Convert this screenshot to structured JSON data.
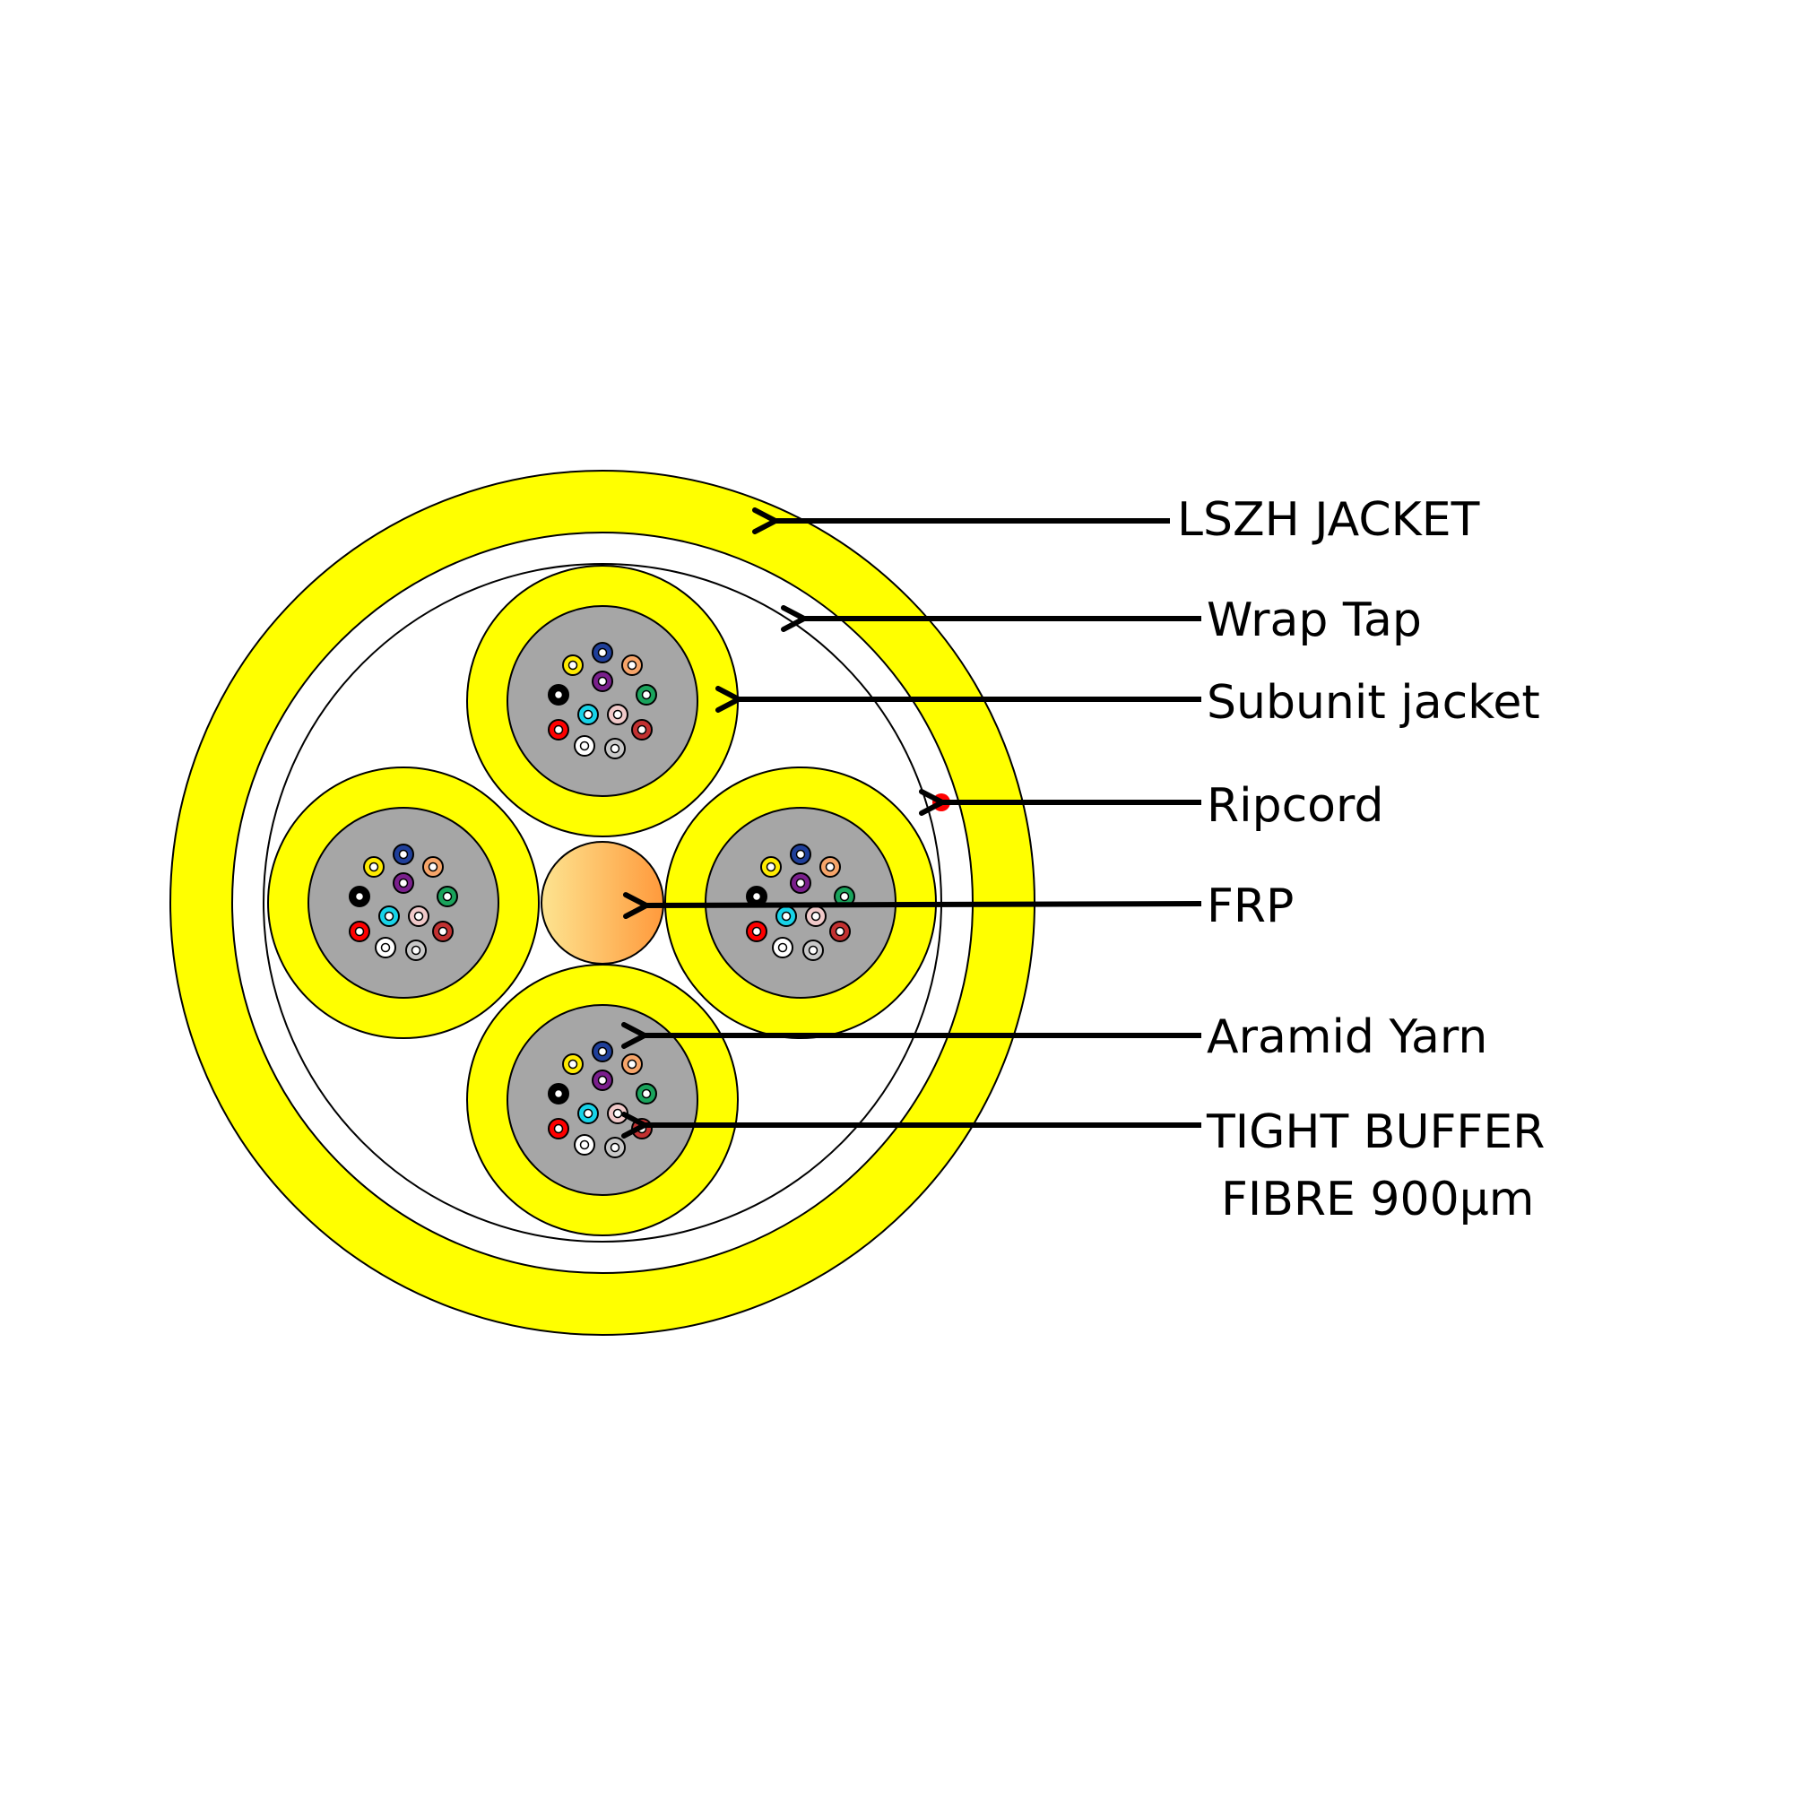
{
  "labels": {
    "lszh_jacket": "LSZH JACKET",
    "wrap_tap": "Wrap Tap",
    "subunit_jacket": "Subunit jacket",
    "ripcord": "Ripcord",
    "frp": "FRP",
    "aramid_yarn": "Aramid Yarn",
    "tight_buffer_line1": "TIGHT BUFFER",
    "tight_buffer_line2": "FIBRE 900μm"
  },
  "colors": {
    "jacket": "#ffff00",
    "aramid": "#ffff00",
    "core": "#a6a6a6",
    "ripcord": "#ff0000",
    "frp_light": "#fde490",
    "frp_dark": "#ff9a3c",
    "outline": "#000000",
    "fibres": [
      "#ffeb00",
      "#1f3f9a",
      "#f6a56a",
      "#000000",
      "#7a1f8c",
      "#1aa35c",
      "#ff0000",
      "#17d3e8",
      "#f0c9c9",
      "#c23131",
      "#ffffff",
      "#c8c8c8"
    ]
  },
  "subunit_count": 4,
  "fibres_per_subunit": 12
}
